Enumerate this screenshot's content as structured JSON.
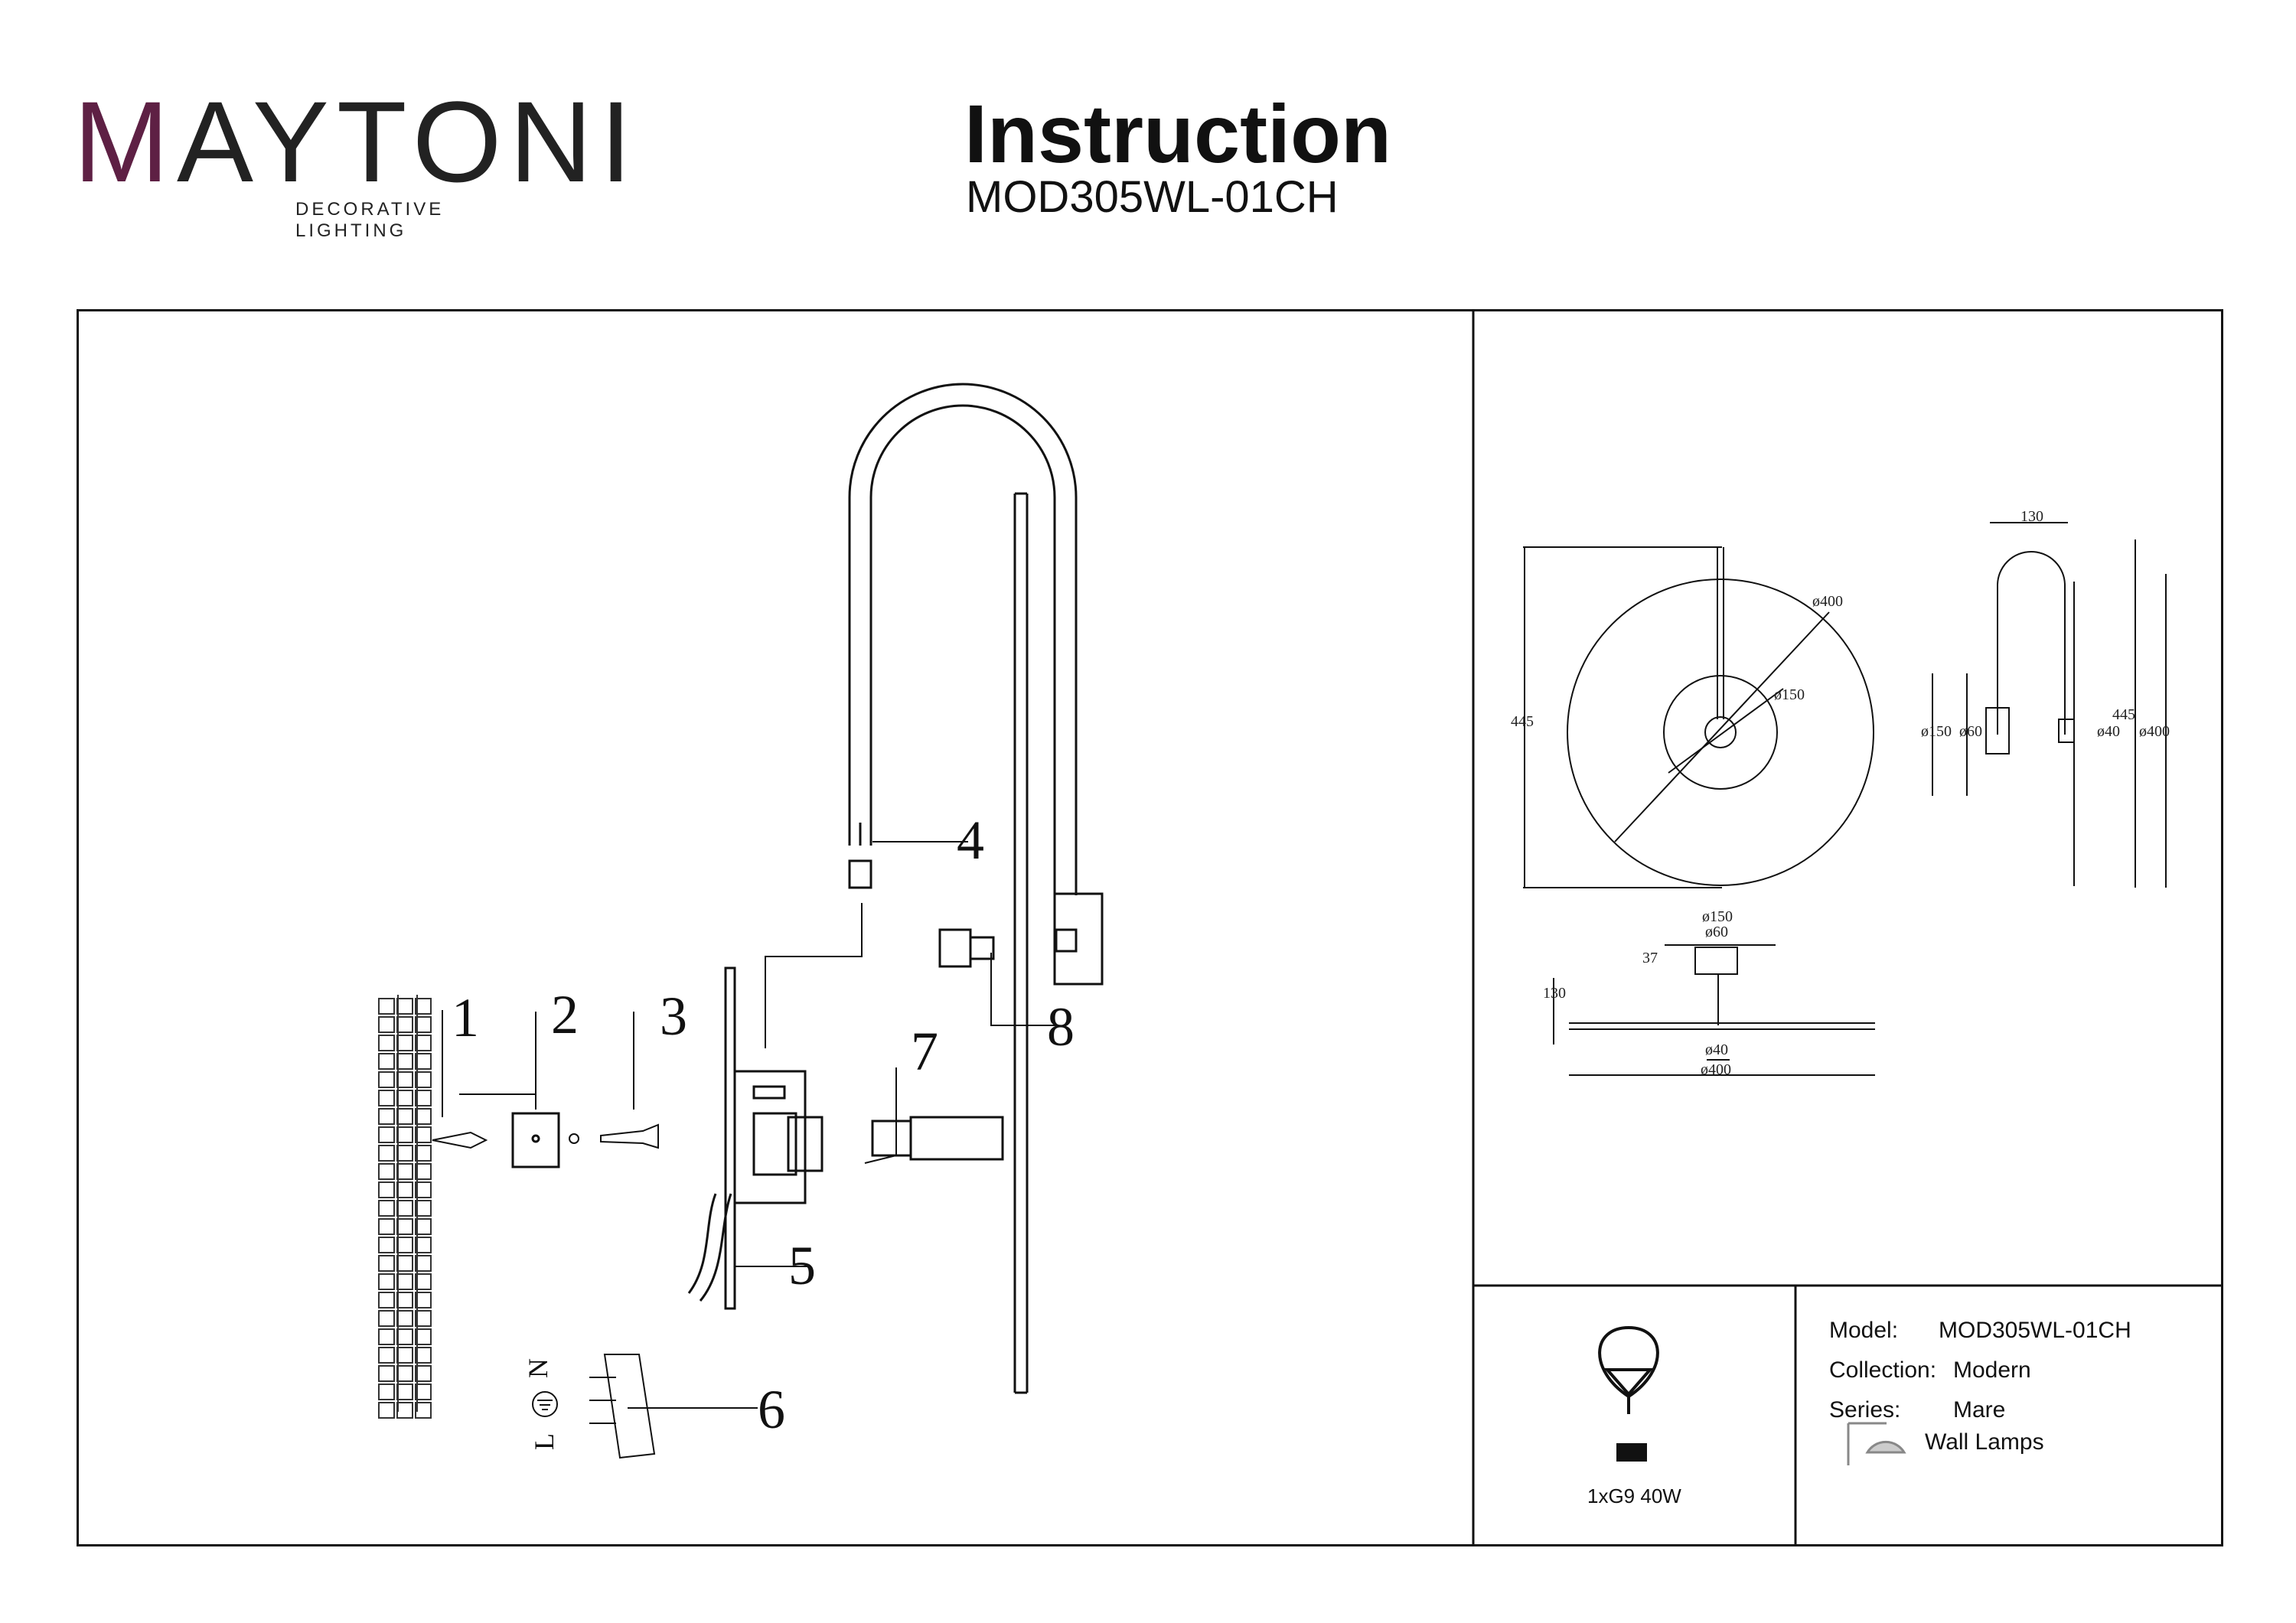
{
  "brand": {
    "logo_text": "MAYTONI",
    "tagline": "DECORATIVE LIGHTING",
    "accent_color": "#5e2044"
  },
  "header": {
    "title": "Instruction",
    "model_code": "MOD305WL-01CH"
  },
  "assembly": {
    "callouts": [
      "1",
      "2",
      "3",
      "4",
      "5",
      "6",
      "7",
      "8"
    ],
    "wire_labels": {
      "neutral": "N",
      "live": "L"
    },
    "icons": [
      "wall-icon",
      "dowel-icon",
      "mounting-plate-icon",
      "screw-icon",
      "lamp-arm-icon",
      "bracket-icon",
      "terminal-block-icon",
      "g9-bulb-icon",
      "switch-knob-icon",
      "earth-icon"
    ]
  },
  "dimensions": {
    "front_view": {
      "diameter_outer": "ø400",
      "diameter_inner": "ø150",
      "height": "445"
    },
    "side_view": {
      "depth": "130",
      "diameter_150": "ø150",
      "diameter_60": "ø60",
      "height": "445",
      "diameter_40": "ø40",
      "diameter_400": "ø400"
    },
    "top_view": {
      "diameter_150": "ø150",
      "diameter_60": "ø60",
      "offset": "37",
      "depth": "130",
      "diameter_40": "ø40",
      "diameter_400": "ø400"
    }
  },
  "specs": {
    "power": "1xG9 40W",
    "rows": [
      {
        "label": "Model:",
        "value": "MOD305WL-01CH"
      },
      {
        "label": "Collection:",
        "value": "Modern"
      },
      {
        "label": "Series:",
        "value": "Mare"
      }
    ],
    "category": "Wall Lamps",
    "icons": [
      "light-bulb-icon",
      "wall-lamp-icon"
    ]
  }
}
